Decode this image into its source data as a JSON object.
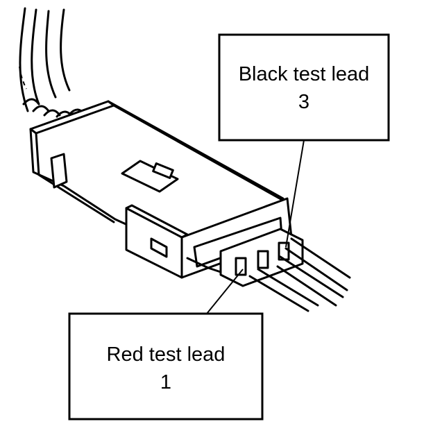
{
  "callouts": {
    "black_lead": {
      "name": "Black test lead",
      "pin": "3"
    },
    "red_lead": {
      "name": "Red test lead",
      "pin": "1"
    }
  }
}
